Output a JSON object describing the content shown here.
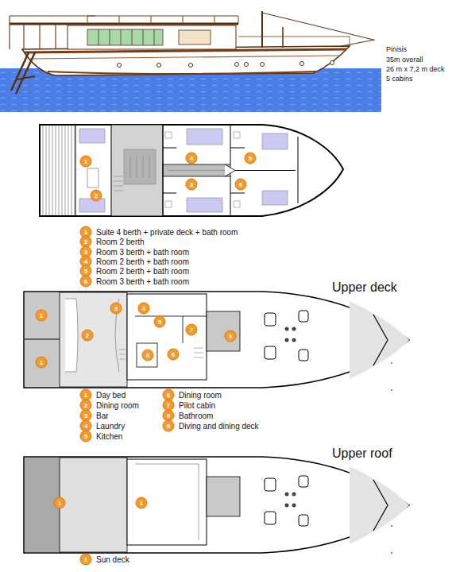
{
  "diagram": {
    "labels": [
      "Pinisis",
      "35m overall",
      "26 m x 7,2 m deck",
      "5 cabins",
      "1",
      "2",
      "4",
      "3",
      "5",
      "6",
      "1",
      "Suite 4 berth + private deck + bath room",
      "2",
      "Room 2 berth",
      "3",
      "Room 3 berth  + bath room",
      "4",
      "Room 2 berth  + bath room",
      "5",
      "Room 2 berth  + bath room",
      "6",
      "Room 3 berth  + bath room",
      "Upper deck",
      "1",
      "1",
      "3",
      "4",
      "2",
      "5",
      "7",
      "9",
      "8",
      "6",
      "1",
      "Day bed",
      "2",
      "Dining room",
      "3",
      "Bar",
      "4",
      "Laundry",
      "5",
      "Kitchen",
      "6",
      "Dining room",
      "7",
      "Pilot cabin",
      "8",
      "Bathroom",
      "9",
      "Diving and dining deck",
      "Upper roof",
      "1",
      "1",
      "1",
      "Sun deck"
    ]
  }
}
